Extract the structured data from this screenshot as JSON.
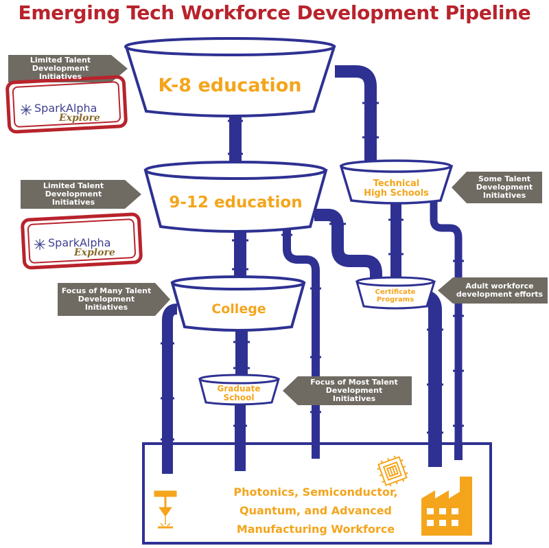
{
  "title": "Emerging Tech Workforce Development Pipeline",
  "colors": {
    "title": "#b8232c",
    "pipe": "#2e3192",
    "label": "#f4a51c",
    "callout": "#6f6a62",
    "stamp": "#b8232c"
  },
  "stages": {
    "k8": "K-8 education",
    "hs": "9-12 education",
    "technical_line1": "Technical",
    "technical_line2": "High Schools",
    "certificate_line1": "Certificate",
    "certificate_line2": "Programs",
    "college": "College",
    "graduate_line1": "Graduate",
    "graduate_line2": "School"
  },
  "callouts": {
    "limited_1": [
      "Limited Talent",
      "Development",
      "Initiatives"
    ],
    "limited_2": [
      "Limited Talent",
      "Development",
      "Initiatives"
    ],
    "some": [
      "Some Talent",
      "Development",
      "Initiatives"
    ],
    "adult": [
      "Adult workforce",
      "development efforts"
    ],
    "many": [
      "Focus of Many Talent",
      "Development",
      "Initiatives"
    ],
    "most": [
      "Focus of Most Talent",
      "Development",
      "Initiatives"
    ]
  },
  "workforce": [
    "Photonics, Semiconductor,",
    "Quantum, and Advanced",
    "Manufacturing Workforce"
  ],
  "stamp": {
    "brand": "SparkAlpha",
    "sub": "Explore"
  },
  "icons": [
    "laser-icon",
    "chip-icon",
    "factory-icon",
    "spark-icon"
  ]
}
